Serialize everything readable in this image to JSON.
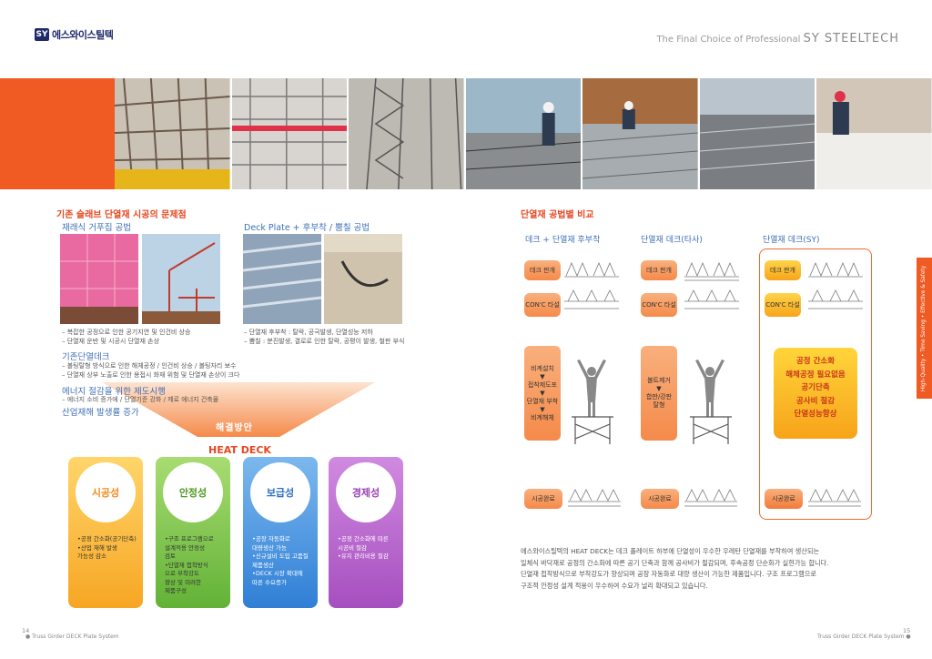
{
  "header": {
    "logo_mark": "SY",
    "logo_text": "에스와이스틸텍",
    "tagline": "The Final Choice of Professional",
    "brand": "SY STEELTECH"
  },
  "left": {
    "title": "기존 슬래브 단열재 시공의 문제점",
    "method1": "재래식 거푸집 공법",
    "method2": "Deck Plate + 후부착 / 뿜칠 공법",
    "method1_notes": [
      "– 복잡한 공정으로 인한 공기지연 및 인건비 상승",
      "– 단열재 운반 및 시공시 단열재 손상"
    ],
    "method2_notes": [
      "– 단열재 후부착 : 탈락, 공극발생, 단열성능 저하",
      "– 뿜칠 : 분진발생, 결로로 인한 탈락, 공평이 발생, 철판 부식"
    ],
    "existing_head": "기존단열데크",
    "existing_notes": [
      "– 볼팅탈형 방식으로 인한 해체공정 / 인건비 상승 / 볼팅자리 보수",
      "– 단열재 상부 노출로 인한 용접시 화재 위험 및 단열재 손상이 크다"
    ],
    "energy_head": "에너지 절감을 위한 제도시행",
    "energy_note": "– 에너지 소비 증가에  / 단열기준 강화 / 제로 에너지 건축물",
    "safety_head": "산업재해 발생률 증가",
    "solution_label": "해결방안",
    "heat_deck": "HEAT DECK",
    "cards": [
      {
        "title": "시공성",
        "items": [
          "•공정 간소화(공기단축)",
          "•산업 재해 발생",
          "  가능성 감소"
        ]
      },
      {
        "title": "안정성",
        "items": [
          "•구조 프로그램으로",
          "  설계적용 안정성",
          "  검토",
          "•단열재 접착방식",
          "  으로 부착강도",
          "  향상 및 미려한",
          "  제품구성"
        ]
      },
      {
        "title": "보급성",
        "items": [
          "•공장 자동화로",
          "  대량생산 가능",
          "•신규설비 도입 고품질",
          "  제품생산",
          "•DECK 시장 확대에",
          "  따른 수요증가"
        ]
      },
      {
        "title": "경제성",
        "items": [
          "•공정 간소화에 따른",
          "  시공비 절감",
          "•유지 관리비용 절감"
        ]
      }
    ]
  },
  "right": {
    "title": "단열재 공법별 비교",
    "columns": [
      "데크 + 단열재 후부착",
      "단열재 데크(타사)",
      "단열재 데크(SY)"
    ],
    "deck_label": "데크 판개",
    "conc_label": "CON'C 타설",
    "col1_steps": [
      "비계설치",
      "▼",
      "접착제도포",
      "▼",
      "단열재 부착",
      "▼",
      "비계해체"
    ],
    "col2_steps": [
      "볼트제거",
      "▼",
      "합판/강판",
      "탈형"
    ],
    "sy_points": [
      "공정 간소화",
      "해체공정 필요없음",
      "공기단축",
      "공사비 절감",
      "단열성능향상"
    ],
    "done_label": "시공완료",
    "description": [
      "에스와이스틸텍의 HEAT DECK는 데크 플레이트 하부에 단열성이 우수한 우레탄 단열재를 부착하여 생산되는",
      "일체식 바닥재로 공정의 간소화에 따른 공기 단축과 함께 공사비가 절감되며, 후속공정 단순화가 실현가능 합니다.",
      "단열재 접착방식으로 부착강도가 향상되며 공장 자동화로 대량 생산이 가능한 제품입니다. 구조 프로그램으로",
      "구조적 안정성 설계 적용이 우수하여 수요가 널리 확대되고 있습니다."
    ],
    "side_text": "High-Quality • Time Saving • Effective & Safety"
  },
  "footer": {
    "left_page": "14",
    "right_page": "15",
    "left_text": "Truss Girder DECK Plate System",
    "right_text": "Truss Girder DECK Plate System"
  },
  "colors": {
    "accent": "#f05a23",
    "blue": "#3d6fb6",
    "card_green": "#7cc242",
    "card_orange": "#f7a623",
    "card_blue": "#2f7fd6",
    "card_purple": "#a64fbf"
  }
}
